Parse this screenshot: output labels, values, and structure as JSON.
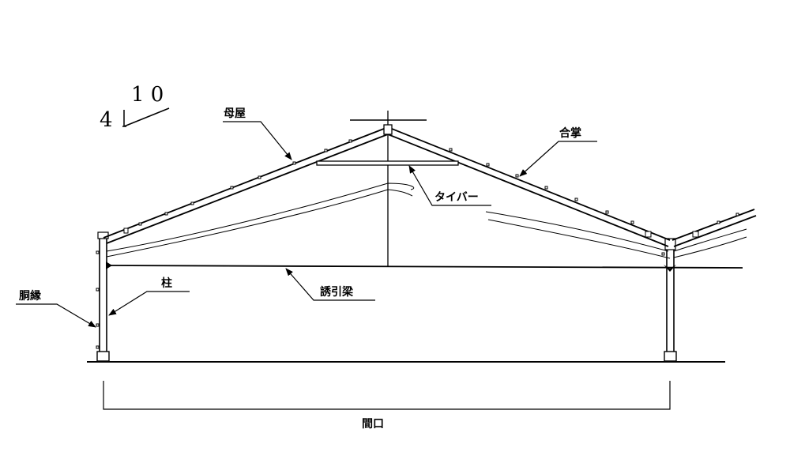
{
  "slope": {
    "rise": "4",
    "run": "1 0"
  },
  "labels": {
    "purlin": "母屋",
    "rafter": "合掌",
    "tie_bar": "タイバー",
    "eave_beam": "胴縁",
    "column": "柱",
    "guide_beam": "誘引梁",
    "span": "間口"
  }
}
